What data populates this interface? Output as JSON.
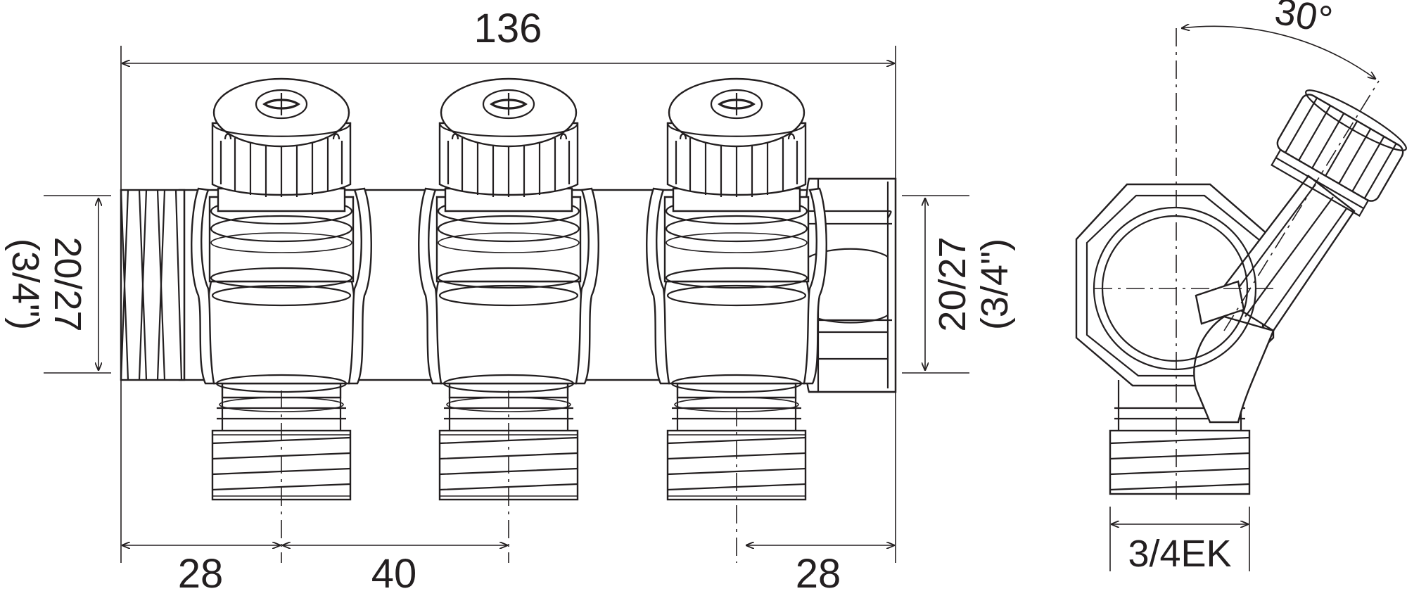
{
  "dimensions": {
    "overall_length": "136",
    "left_offset": "28",
    "spacing": "40",
    "right_offset": "28",
    "left_thread_size": "20/27",
    "left_thread_inch": "(3/4\")",
    "right_thread_size": "20/27",
    "right_thread_inch": "(3/4\")",
    "outlet_thread": "3/4EK",
    "angle": "30°"
  },
  "colors": {
    "line": "#231f20",
    "background": "#ffffff"
  }
}
